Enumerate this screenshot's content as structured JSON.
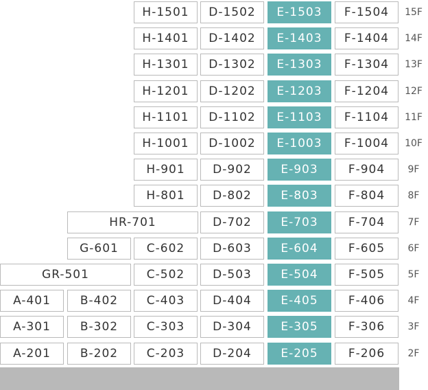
{
  "colors": {
    "highlight": "#66b2b3",
    "border": "#b9b9b9",
    "ground": "#b9b9b9",
    "text": "#333333"
  },
  "floors": [
    {
      "label": "15F",
      "units": [
        {
          "name": "H-1501",
          "span": 1,
          "highlight": false
        },
        {
          "name": "D-1502",
          "span": 1,
          "highlight": false
        },
        {
          "name": "E-1503",
          "span": 1,
          "highlight": true
        },
        {
          "name": "F-1504",
          "span": 1,
          "highlight": false
        }
      ]
    },
    {
      "label": "14F",
      "units": [
        {
          "name": "H-1401",
          "span": 1,
          "highlight": false
        },
        {
          "name": "D-1402",
          "span": 1,
          "highlight": false
        },
        {
          "name": "E-1403",
          "span": 1,
          "highlight": true
        },
        {
          "name": "F-1404",
          "span": 1,
          "highlight": false
        }
      ]
    },
    {
      "label": "13F",
      "units": [
        {
          "name": "H-1301",
          "span": 1,
          "highlight": false
        },
        {
          "name": "D-1302",
          "span": 1,
          "highlight": false
        },
        {
          "name": "E-1303",
          "span": 1,
          "highlight": true
        },
        {
          "name": "F-1304",
          "span": 1,
          "highlight": false
        }
      ]
    },
    {
      "label": "12F",
      "units": [
        {
          "name": "H-1201",
          "span": 1,
          "highlight": false
        },
        {
          "name": "D-1202",
          "span": 1,
          "highlight": false
        },
        {
          "name": "E-1203",
          "span": 1,
          "highlight": true
        },
        {
          "name": "F-1204",
          "span": 1,
          "highlight": false
        }
      ]
    },
    {
      "label": "11F",
      "units": [
        {
          "name": "H-1101",
          "span": 1,
          "highlight": false
        },
        {
          "name": "D-1102",
          "span": 1,
          "highlight": false
        },
        {
          "name": "E-1103",
          "span": 1,
          "highlight": true
        },
        {
          "name": "F-1104",
          "span": 1,
          "highlight": false
        }
      ]
    },
    {
      "label": "10F",
      "units": [
        {
          "name": "H-1001",
          "span": 1,
          "highlight": false
        },
        {
          "name": "D-1002",
          "span": 1,
          "highlight": false
        },
        {
          "name": "E-1003",
          "span": 1,
          "highlight": true
        },
        {
          "name": "F-1004",
          "span": 1,
          "highlight": false
        }
      ]
    },
    {
      "label": "9F",
      "units": [
        {
          "name": "H-901",
          "span": 1,
          "highlight": false
        },
        {
          "name": "D-902",
          "span": 1,
          "highlight": false
        },
        {
          "name": "E-903",
          "span": 1,
          "highlight": true
        },
        {
          "name": "F-904",
          "span": 1,
          "highlight": false
        }
      ]
    },
    {
      "label": "8F",
      "units": [
        {
          "name": "H-801",
          "span": 1,
          "highlight": false
        },
        {
          "name": "D-802",
          "span": 1,
          "highlight": false
        },
        {
          "name": "E-803",
          "span": 1,
          "highlight": true
        },
        {
          "name": "F-804",
          "span": 1,
          "highlight": false
        }
      ]
    },
    {
      "label": "7F",
      "units": [
        {
          "name": "HR-701",
          "span": 2,
          "highlight": false
        },
        {
          "name": "D-702",
          "span": 1,
          "highlight": false
        },
        {
          "name": "E-703",
          "span": 1,
          "highlight": true
        },
        {
          "name": "F-704",
          "span": 1,
          "highlight": false
        }
      ]
    },
    {
      "label": "6F",
      "units": [
        {
          "name": "G-601",
          "span": 1,
          "highlight": false
        },
        {
          "name": "C-602",
          "span": 1,
          "highlight": false
        },
        {
          "name": "D-603",
          "span": 1,
          "highlight": false
        },
        {
          "name": "E-604",
          "span": 1,
          "highlight": true
        },
        {
          "name": "F-605",
          "span": 1,
          "highlight": false
        }
      ]
    },
    {
      "label": "5F",
      "units": [
        {
          "name": "GR-501",
          "span": 2,
          "highlight": false
        },
        {
          "name": "C-502",
          "span": 1,
          "highlight": false
        },
        {
          "name": "D-503",
          "span": 1,
          "highlight": false
        },
        {
          "name": "E-504",
          "span": 1,
          "highlight": true
        },
        {
          "name": "F-505",
          "span": 1,
          "highlight": false
        }
      ]
    },
    {
      "label": "4F",
      "units": [
        {
          "name": "A-401",
          "span": 1,
          "highlight": false
        },
        {
          "name": "B-402",
          "span": 1,
          "highlight": false
        },
        {
          "name": "C-403",
          "span": 1,
          "highlight": false
        },
        {
          "name": "D-404",
          "span": 1,
          "highlight": false
        },
        {
          "name": "E-405",
          "span": 1,
          "highlight": true
        },
        {
          "name": "F-406",
          "span": 1,
          "highlight": false
        }
      ]
    },
    {
      "label": "3F",
      "units": [
        {
          "name": "A-301",
          "span": 1,
          "highlight": false
        },
        {
          "name": "B-302",
          "span": 1,
          "highlight": false
        },
        {
          "name": "C-303",
          "span": 1,
          "highlight": false
        },
        {
          "name": "D-304",
          "span": 1,
          "highlight": false
        },
        {
          "name": "E-305",
          "span": 1,
          "highlight": true
        },
        {
          "name": "F-306",
          "span": 1,
          "highlight": false
        }
      ]
    },
    {
      "label": "2F",
      "units": [
        {
          "name": "A-201",
          "span": 1,
          "highlight": false
        },
        {
          "name": "B-202",
          "span": 1,
          "highlight": false
        },
        {
          "name": "C-203",
          "span": 1,
          "highlight": false
        },
        {
          "name": "D-204",
          "span": 1,
          "highlight": false
        },
        {
          "name": "E-205",
          "span": 1,
          "highlight": true
        },
        {
          "name": "F-206",
          "span": 1,
          "highlight": false
        }
      ]
    }
  ]
}
